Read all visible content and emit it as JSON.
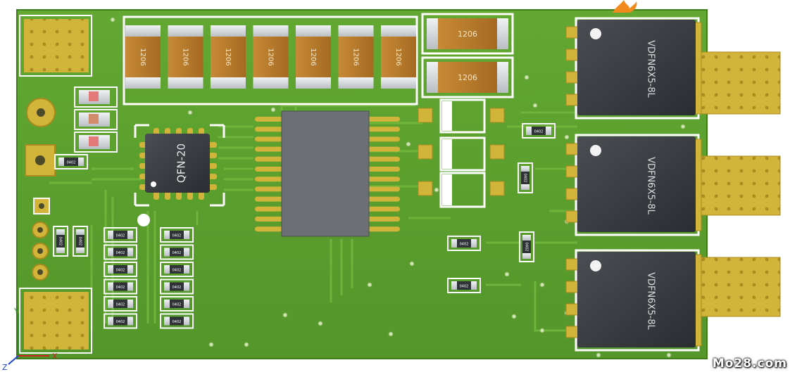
{
  "view": {
    "kind": "3D PCB board render"
  },
  "colors": {
    "board": "#5a9e2c",
    "board_edge": "#3f7d1b",
    "pad_gold": "#d2b43a",
    "pad_gold_dark": "#a88a1e",
    "silkscreen": "#ffffff",
    "ic_body": "#2f3236",
    "ic_body_light": "#555a60",
    "cap_body": "#b8782a",
    "cap_end": "#dfe3e6",
    "trace": "#6fb53a"
  },
  "components": {
    "capacitor_1206_label": "1206",
    "resistor_0402_label": "0402",
    "qfn_label": "QFN-20",
    "mosfet_label": "VDFN6X5-8L"
  },
  "axes": {
    "x": "X",
    "y": "Y",
    "z": "Z"
  },
  "watermark": "Mo28.com"
}
